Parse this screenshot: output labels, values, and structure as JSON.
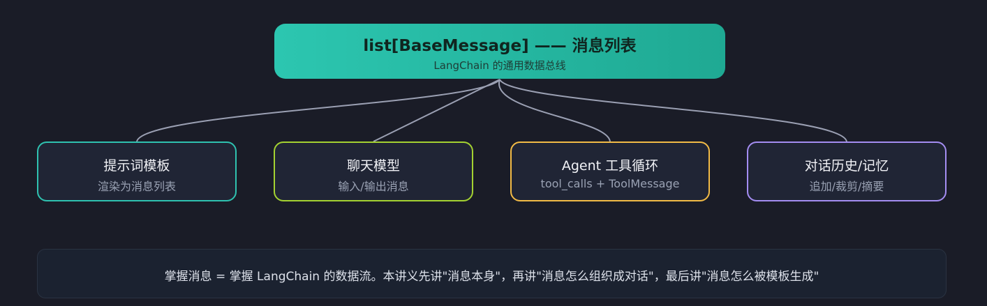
{
  "hub": {
    "title": "list[BaseMessage] —— 消息列表",
    "subtitle": "LangChain 的通用数据总线"
  },
  "nodes": [
    {
      "title": "提示词模板",
      "subtitle": "渲染为消息列表",
      "border_color": "#2fc2b0"
    },
    {
      "title": "聊天模型",
      "subtitle": "输入/输出消息",
      "border_color": "#a4d231"
    },
    {
      "title": "Agent 工具循环",
      "subtitle": "tool_calls + ToolMessage",
      "border_color": "#f2bb46"
    },
    {
      "title": "对话历史/记忆",
      "subtitle": "追加/裁剪/摘要",
      "border_color": "#a48df2"
    }
  ],
  "footer": {
    "text": "掌握消息 = 掌握 LangChain 的数据流。本讲义先讲\"消息本身\"，再讲\"消息怎么组织成对话\"，最后讲\"消息怎么被模板生成\""
  },
  "colors": {
    "background": "#1a1c27",
    "hub_gradient_start": "#2cc6b0",
    "hub_gradient_end": "#1fa993",
    "connector": "#9ba0b3"
  }
}
